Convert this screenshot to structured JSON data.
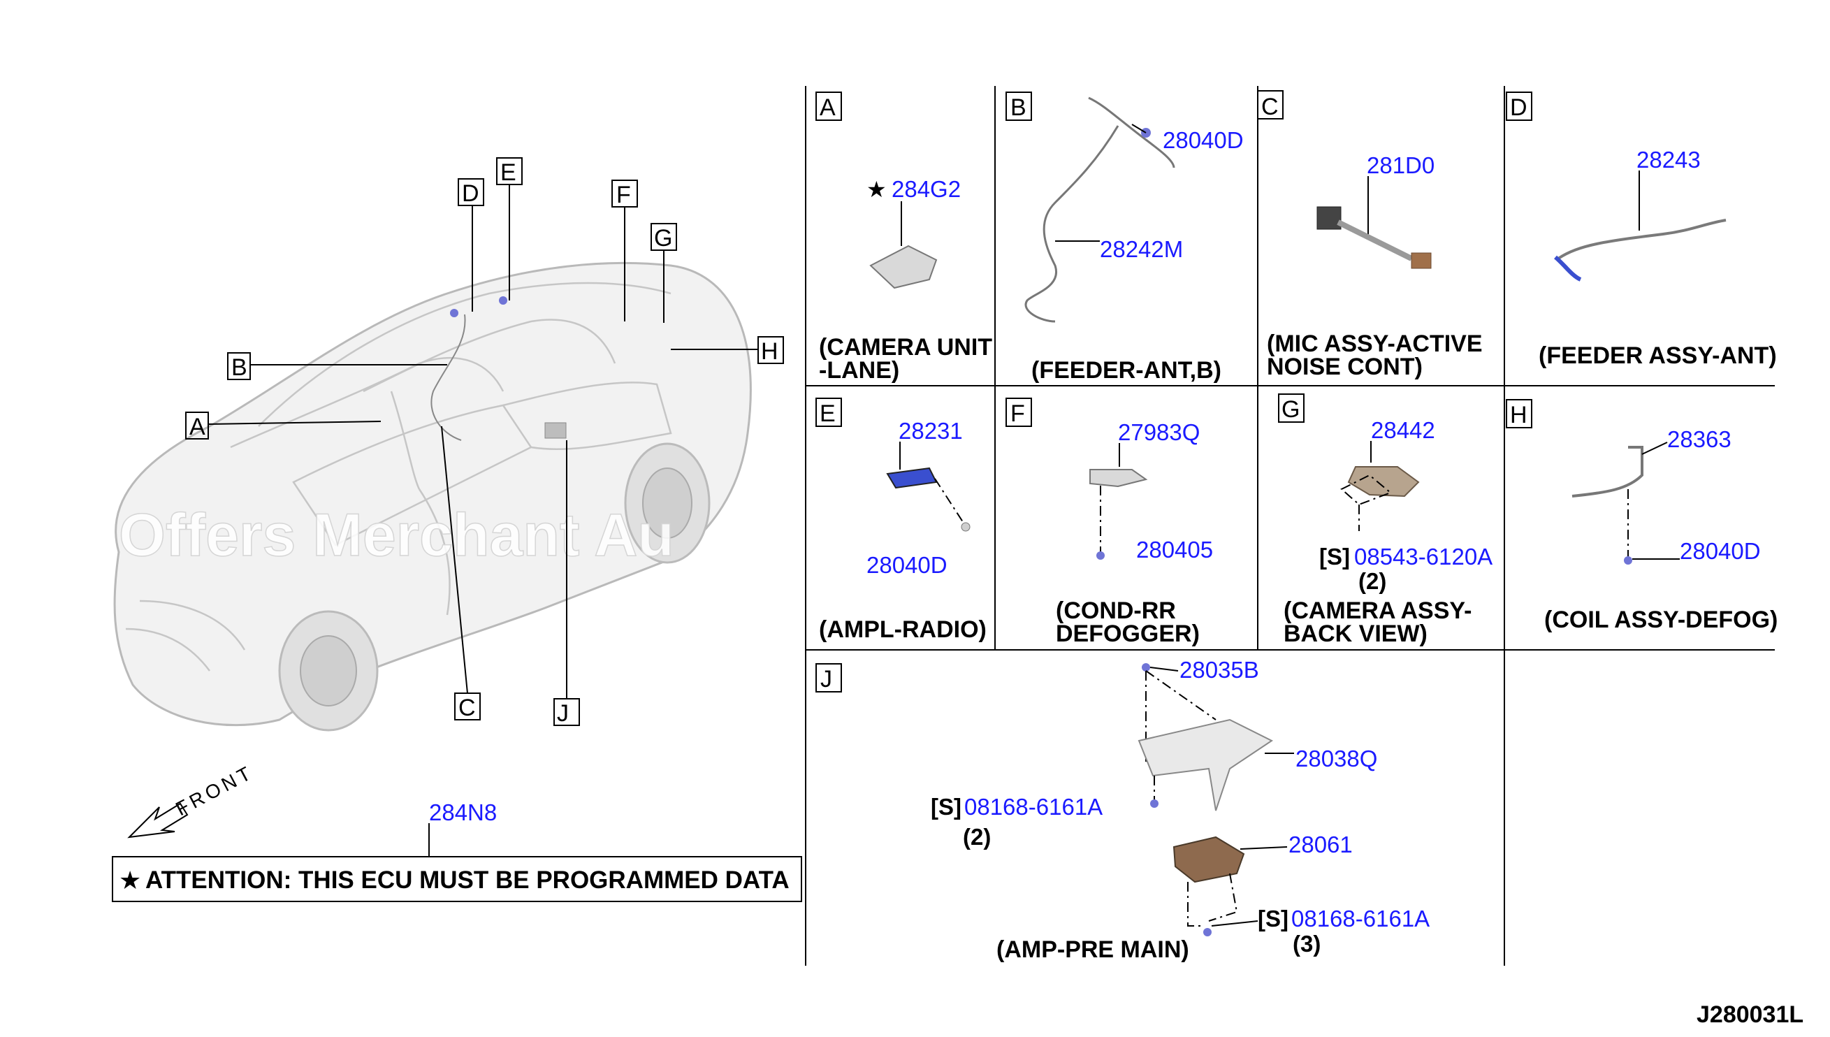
{
  "callouts": {
    "A": "A",
    "B": "B",
    "C": "C",
    "D": "D",
    "E": "E",
    "F": "F",
    "G": "G",
    "H": "H",
    "J": "J"
  },
  "overview": {
    "front_label": "FRONT",
    "part_284N8": "284N8",
    "attention_star": "★",
    "attention_text": "ATTENTION: THIS ECU MUST BE PROGRAMMED DATA",
    "watermark": "Offers Merchant Au"
  },
  "panels": {
    "A": {
      "star": "★",
      "part": "284G2",
      "caption1": "(CAMERA UNIT",
      "caption2": "-LANE)"
    },
    "B": {
      "part1": "28040D",
      "part2": "28242M",
      "caption": "(FEEDER-ANT,B)"
    },
    "C": {
      "part": "281D0",
      "caption1": "(MIC ASSY-ACTIVE",
      "caption2": "NOISE CONT)"
    },
    "D": {
      "part": "28243",
      "caption": "(FEEDER ASSY-ANT)"
    },
    "E": {
      "part1": "28231",
      "part2": "28040D",
      "caption": "(AMPL-RADIO)"
    },
    "F": {
      "part1": "27983Q",
      "part2": "280405",
      "caption1": "(COND-RR",
      "caption2": "DEFOGGER)"
    },
    "G": {
      "part": "28442",
      "s_mark": "[S]",
      "fastener": "08543-6120A",
      "qty": "(2)",
      "caption1": "(CAMERA ASSY-",
      "caption2": "BACK VIEW)"
    },
    "H": {
      "part1": "28363",
      "part2": "28040D",
      "caption": "(COIL ASSY-DEFOG)"
    },
    "J": {
      "part1": "28035B",
      "part2": "28038Q",
      "part3": "28061",
      "s_mark1": "[S]",
      "fastener1": "08168-6161A",
      "qty1": "(2)",
      "s_mark2": "[S]",
      "fastener2": "08168-6161A",
      "qty2": "(3)",
      "caption": "(AMP-PRE MAIN)"
    }
  },
  "diagram_code": "J280031L"
}
